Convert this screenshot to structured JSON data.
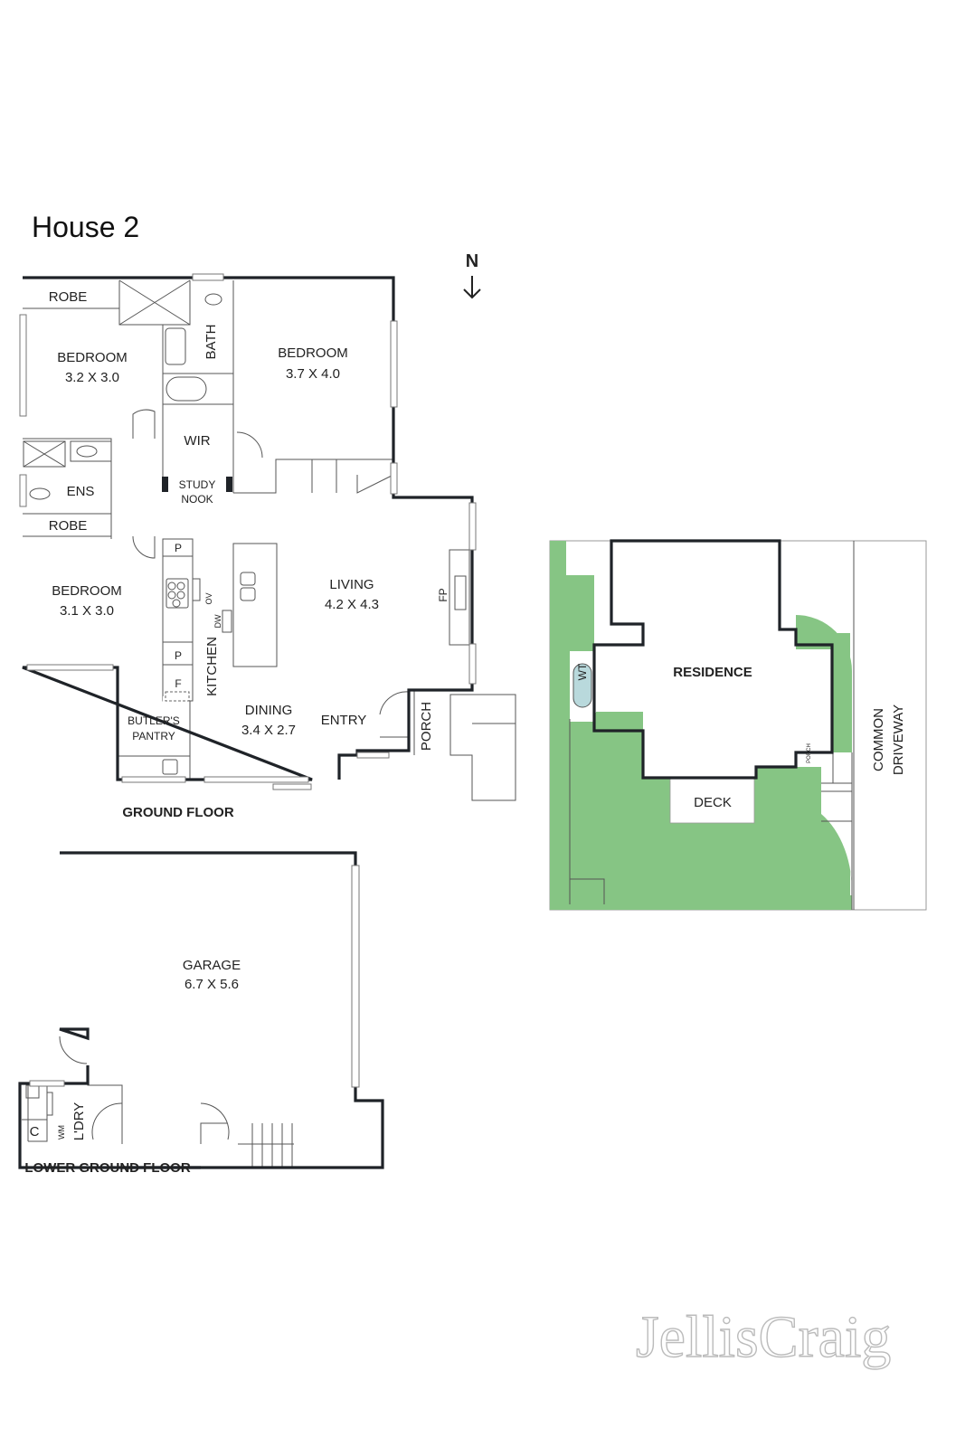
{
  "title": "House 2",
  "north_label": "N",
  "ground_floor": {
    "label": "GROUND FLOOR",
    "rooms": {
      "robe_top": "ROBE",
      "bedroom1_name": "BEDROOM",
      "bedroom1_size": "3.2 X 3.0",
      "bath": "BATH",
      "bedroom2_name": "BEDROOM",
      "bedroom2_size": "3.7 X 4.0",
      "wir": "WIR",
      "ens": "ENS",
      "study_nook_1": "STUDY",
      "study_nook_2": "NOOK",
      "robe_bottom": "ROBE",
      "bedroom3_name": "BEDROOM",
      "bedroom3_size": "3.1 X 3.0",
      "pantry_p1": "P",
      "pantry_p2": "P",
      "fridge": "F",
      "ov": "OV",
      "dw": "DW",
      "kitchen": "KITCHEN",
      "living_name": "LIVING",
      "living_size": "4.2 X 4.3",
      "fp": "FP",
      "butlers_1": "BUTLER'S",
      "butlers_2": "PANTRY",
      "dining_name": "DINING",
      "dining_size": "3.4 X 2.7",
      "entry": "ENTRY",
      "porch": "PORCH"
    }
  },
  "lower_ground_floor": {
    "label": "LOWER GROUND FLOOR",
    "rooms": {
      "garage_name": "GARAGE",
      "garage_size": "6.7 X 5.6",
      "wm": "WM",
      "laundry": "L'DRY",
      "c": "C"
    }
  },
  "site_plan": {
    "residence": "RESIDENCE",
    "wt": "WT",
    "deck": "DECK",
    "porch": "PORCH",
    "driveway_1": "COMMON",
    "driveway_2": "DRIVEWAY",
    "colors": {
      "garden": "#86c584",
      "water_tank": "#b9d9dc"
    }
  },
  "logo": "JellisCraig"
}
